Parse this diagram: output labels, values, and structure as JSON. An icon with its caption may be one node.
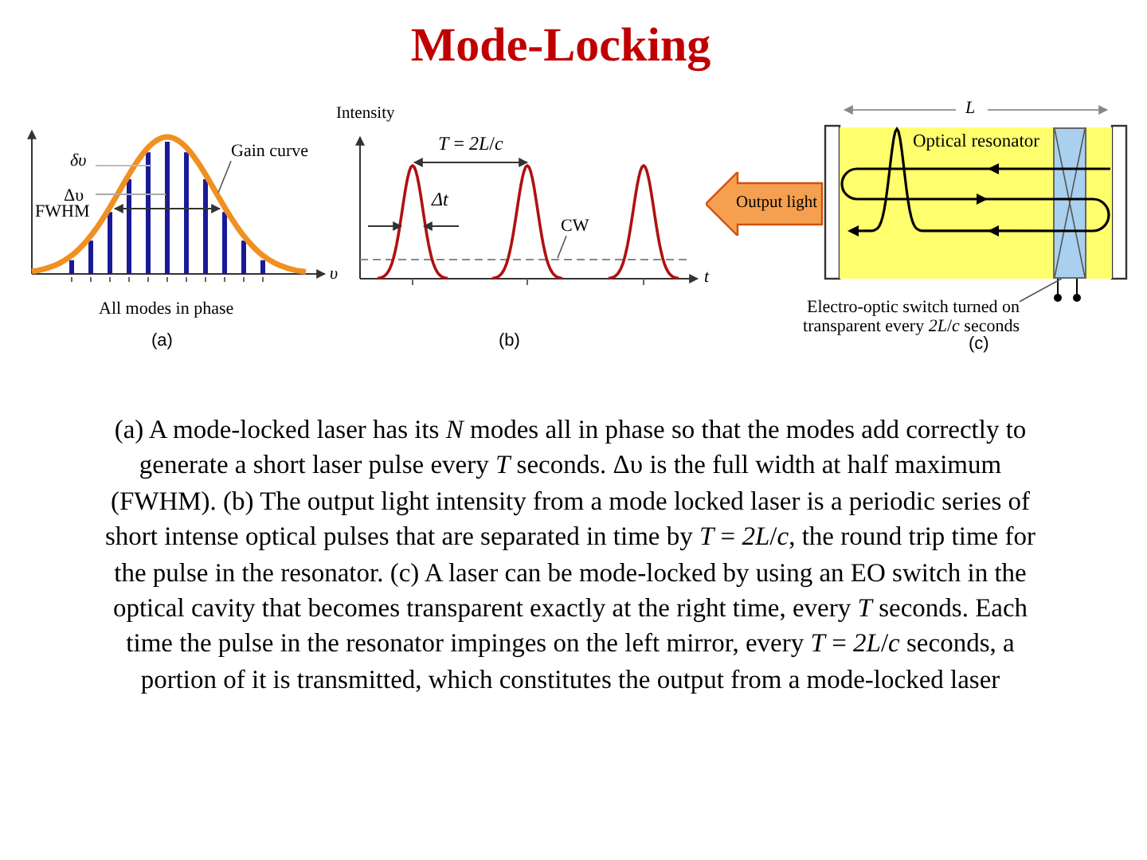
{
  "diagram": {
    "title": "Mode-Locking",
    "caption": "(a) A mode-locked laser has its *N* modes all in phase so that the modes add correctly to generate a short laser pulse every *T* seconds. Δυ is the full width at half maximum (FWHM). (b) The output light intensity from a mode locked laser is a periodic series of short intense optical pulses that are separated in time by *T* = *2L*/*c*, the round trip time for the pulse in the resonator. (c) A laser can be mode-locked by using an EO switch in the optical cavity that becomes transparent exactly at the right time, every *T* seconds. Each time the pulse in the resonator impinges on the left mirror, every *T* = *2L*/*c* seconds, a portion of it is transmitted, which constitutes the output from a mode-locked laser",
    "nodes": [
      {
        "text": [
          "Gain curve"
        ]
      },
      {
        "text": [
          "CW"
        ]
      },
      {
        "text": [
          "Output light"
        ]
      },
      {
        "text": [
          "Optical resonator"
        ]
      },
      {
        "text": [],
        "shape": "box",
        "in": 3
      },
      {
        "text": [
          "Electro-optic switch turned on transparent every *2L*/*c* seconds"
        ]
      }
    ],
    "edges": [
      {
        "from": 0,
        "to": null,
        "arrow": "none"
      },
      {
        "from": 1,
        "to": null,
        "arrow": "none"
      },
      {
        "from": 5,
        "to": 4,
        "arrow": "none"
      }
    ],
    "labels": [
      "Intensity",
      "L",
      "*T* = *2L*/*c*",
      "δυ",
      "Δυ",
      "FWHM",
      "Δt",
      "υ",
      "t",
      "All modes in phase",
      "(a)",
      "(b)",
      "(c)"
    ]
  }
}
